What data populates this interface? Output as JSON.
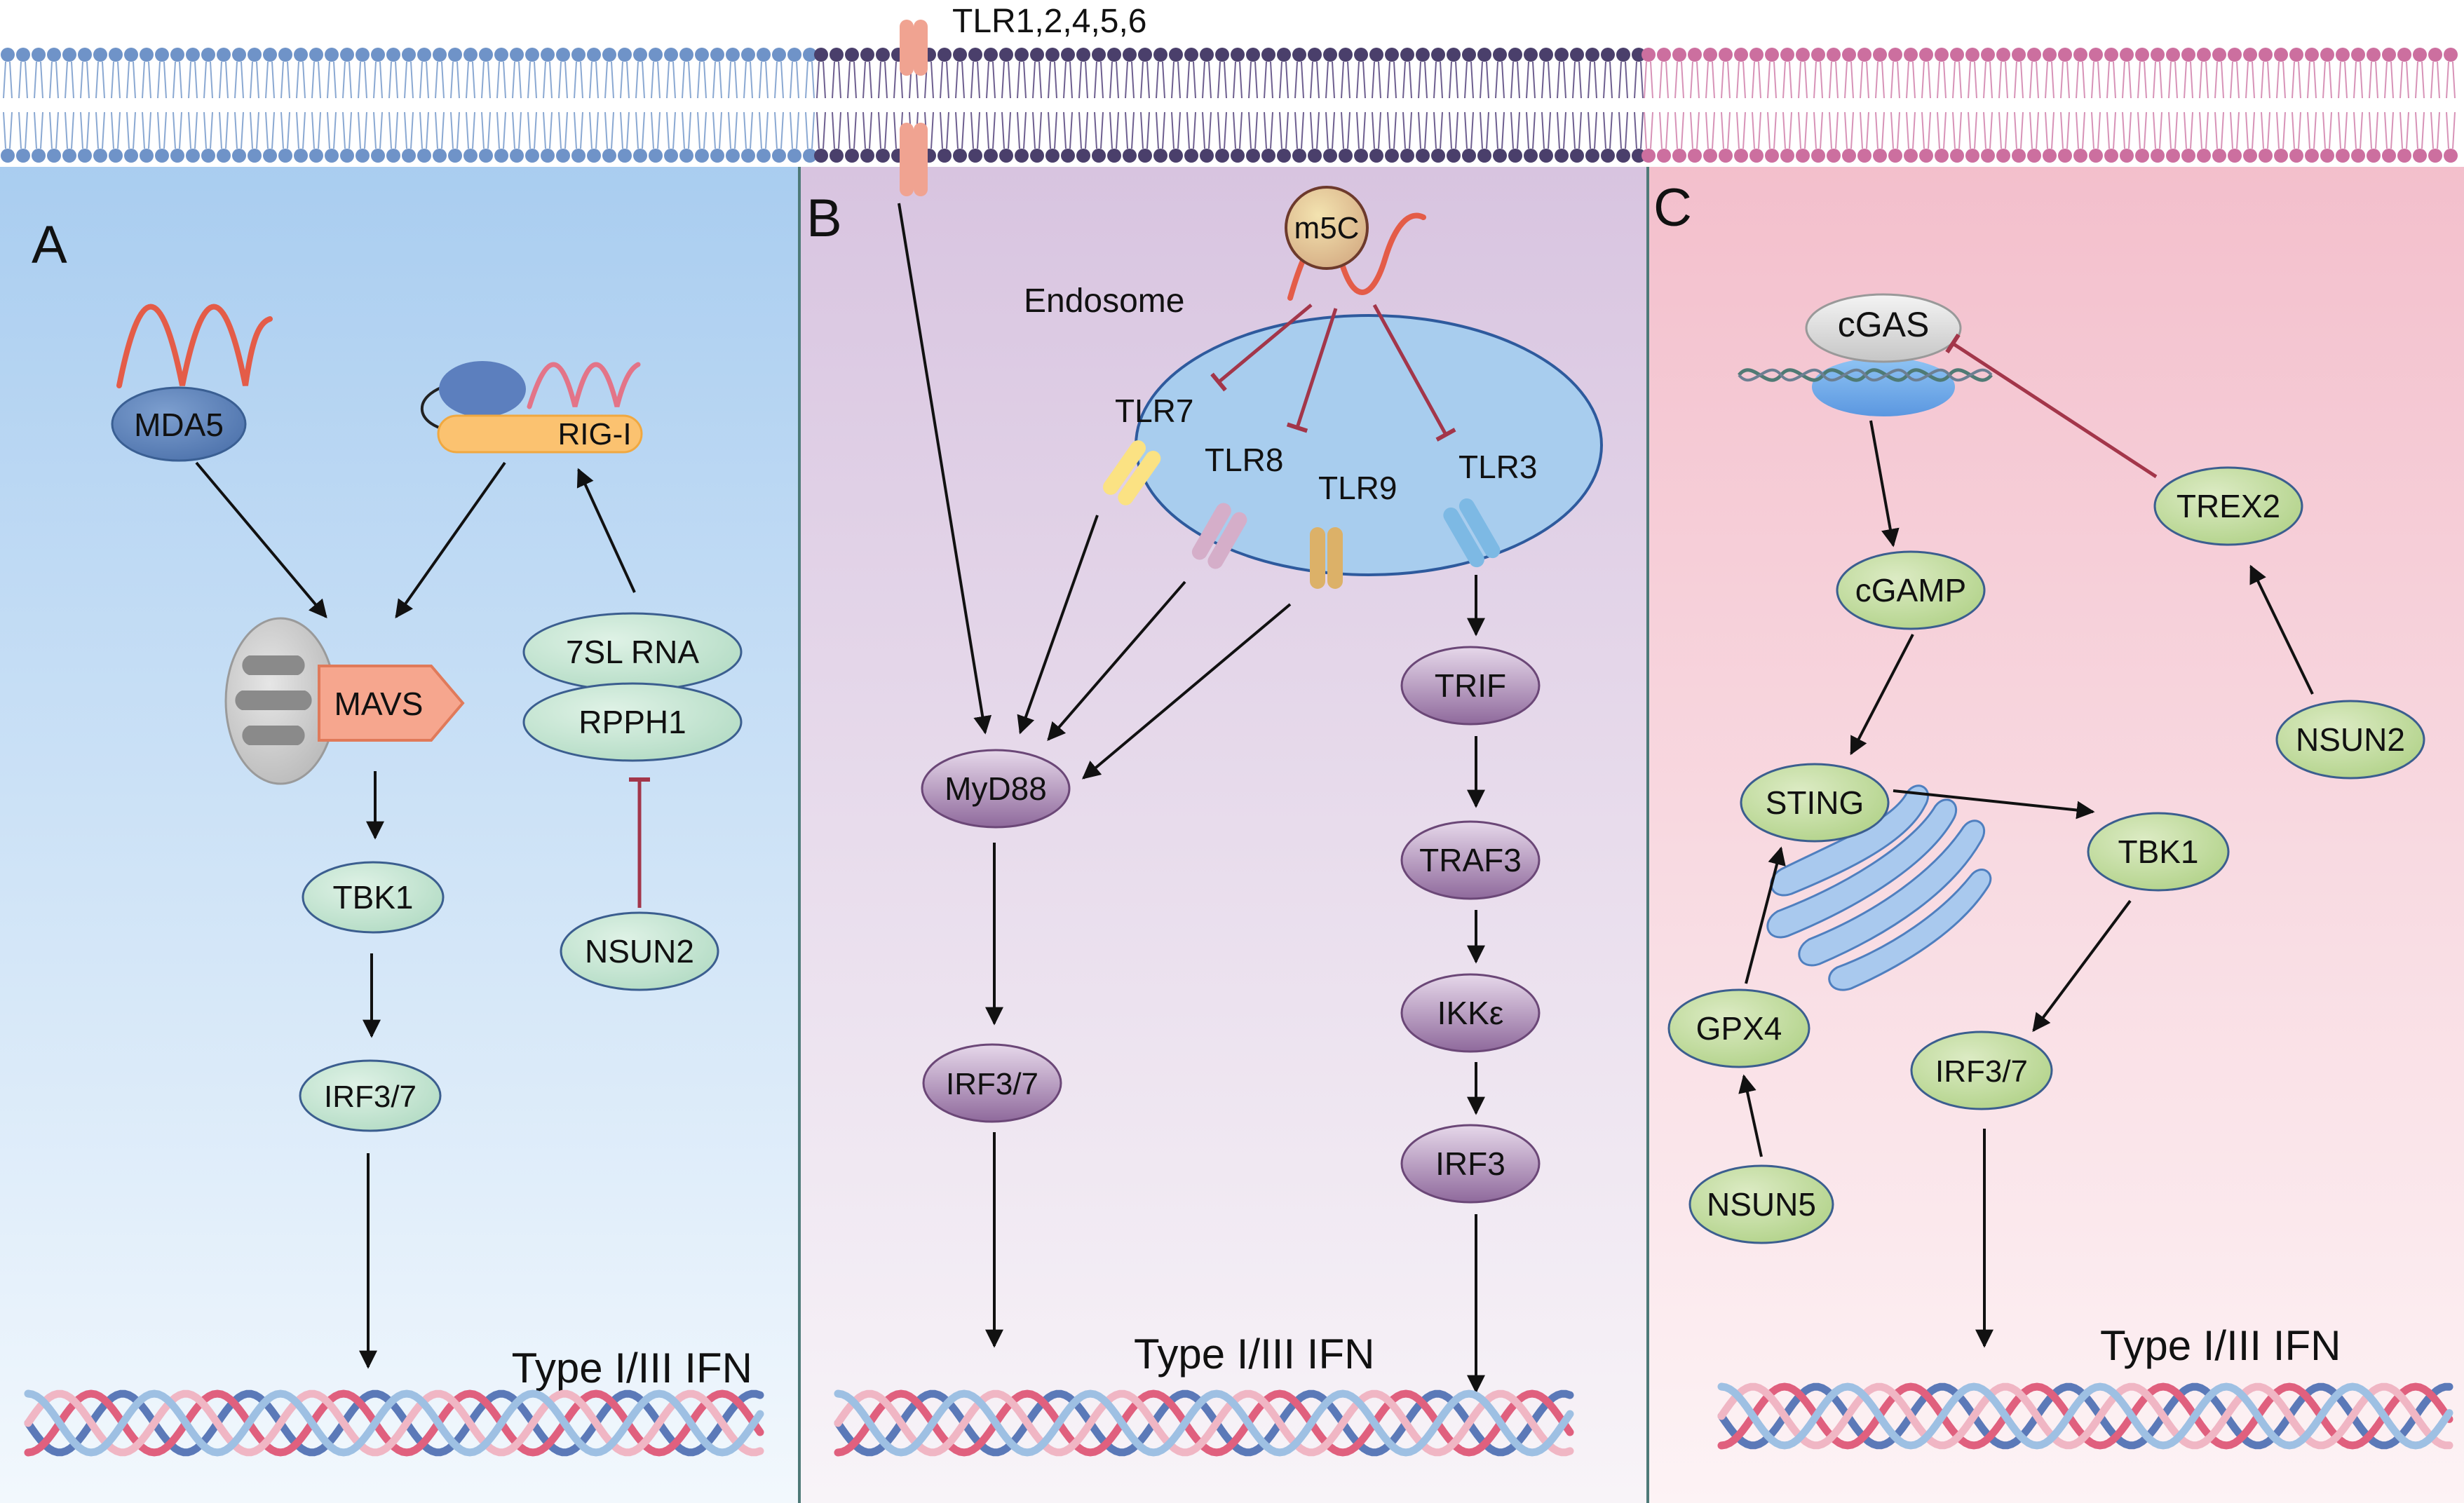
{
  "membrane_label": "TLR1,2,4,5,6",
  "panel_a": {
    "letter": "A",
    "mda5": "MDA5",
    "rig_i": "RIG-I",
    "mavs": "MAVS",
    "rna7sl": "7SL RNA",
    "rpph1": "RPPH1",
    "tbk1": "TBK1",
    "nsun2": "NSUN2",
    "irf": "IRF3/7",
    "ifn": "Type I/III IFN"
  },
  "panel_b": {
    "letter": "B",
    "m5c": "m5C",
    "endosome": "Endosome",
    "tlr7": "TLR7",
    "tlr8": "TLR8",
    "tlr9": "TLR9",
    "tlr3": "TLR3",
    "myd88": "MyD88",
    "trif": "TRIF",
    "traf3": "TRAF3",
    "ikk": "IKKε",
    "irf3": "IRF3",
    "irf": "IRF3/7",
    "ifn": "Type I/III IFN"
  },
  "panel_c": {
    "letter": "C",
    "cgas": "cGAS",
    "trex2": "TREX2",
    "cgamp": "cGAMP",
    "nsun2": "NSUN2",
    "sting": "STING",
    "tbk1": "TBK1",
    "gpx4": "GPX4",
    "irf": "IRF3/7",
    "nsun5": "NSUN5",
    "ifn": "Type I/III IFN"
  },
  "colors": {
    "panel_a_bg": "#a9cdf0",
    "panel_b_bg": "#d8c4e0",
    "panel_c_bg": "#f3bfcc",
    "green_node": "#c9e0a8",
    "blue_green_node": "#cfe9d8",
    "purple_node": "#a27fae",
    "inhibit": "#a3364a"
  }
}
